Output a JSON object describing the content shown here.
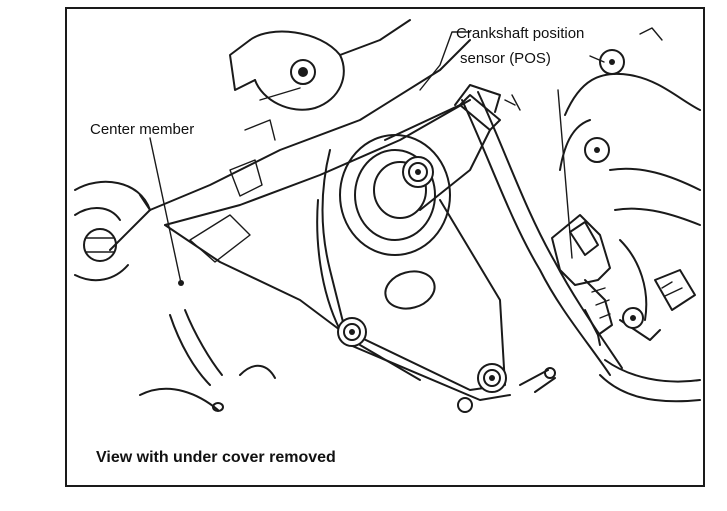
{
  "labels": {
    "crankshaft_line1": "Crankshaft position",
    "crankshaft_line2": "sensor (POS)",
    "center_member": "Center member",
    "caption": "View with under cover removed"
  },
  "colors": {
    "ink": "#1a1a1a",
    "background": "#ffffff"
  }
}
